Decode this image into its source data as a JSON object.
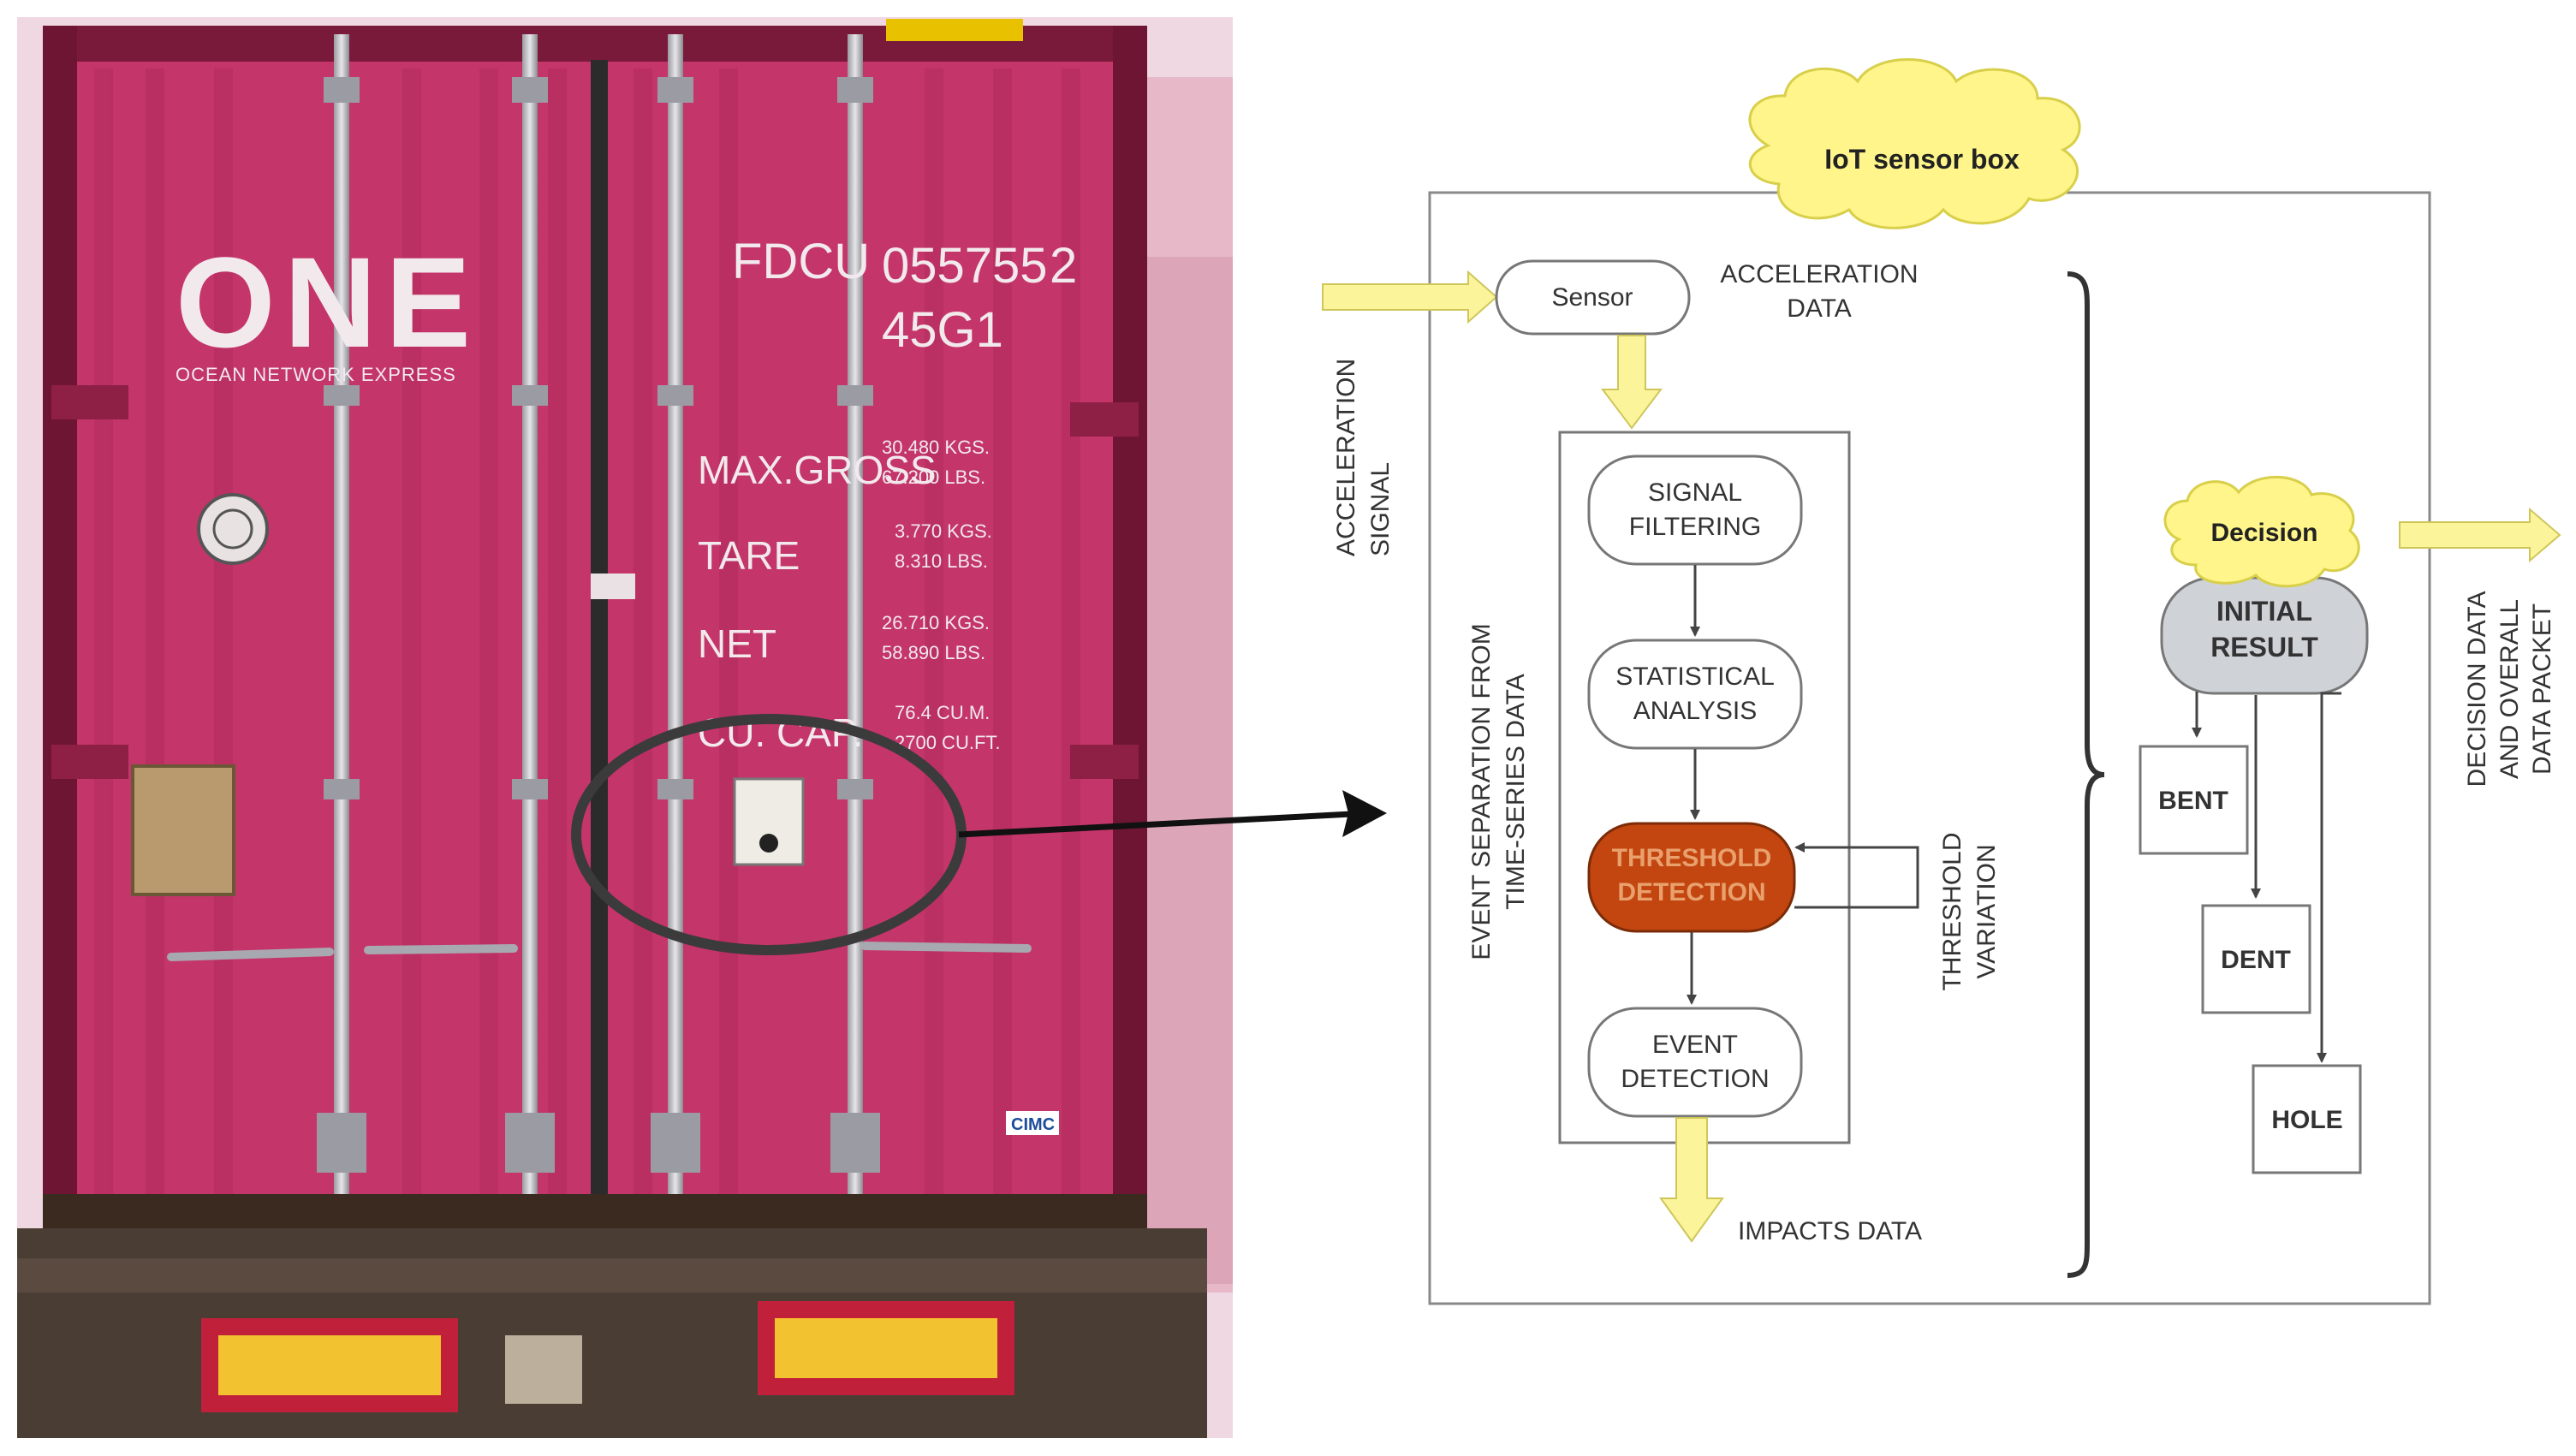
{
  "photo": {
    "logo": "ONE",
    "logo_subtitle": "OCEAN NETWORK EXPRESS",
    "container_prefix": "FDCU",
    "container_number": "055755",
    "check_digit": "2",
    "type_code": "45G1",
    "specs": [
      {
        "label": "MAX.GROSS",
        "v1": "30.480 KGS.",
        "v2": "67.200 LBS."
      },
      {
        "label": "TARE",
        "v1": "3.770 KGS.",
        "v2": "8.310 LBS."
      },
      {
        "label": "NET",
        "v1": "26.710 KGS.",
        "v2": "58.890 LBS."
      },
      {
        "label": "CU. CAP.",
        "v1": "76.4 CU.M.",
        "v2": "2700 CU.FT."
      }
    ],
    "maker_badge": "CIMC",
    "colors": {
      "container": "#c4356a",
      "container_dark": "#8e1f45",
      "plate_yellow": "#f2c230",
      "plate_red": "#c0203a"
    }
  },
  "diagram": {
    "cloud_title": "IoT sensor box",
    "input_signal": "ACCELERATION\nSIGNAL",
    "sensor": "Sensor",
    "acceleration_data": "ACCELERATION\nDATA",
    "process_group": "EVENT SEPARATION FROM\nTIME-SERIES DATA",
    "steps": {
      "filtering": "SIGNAL\nFILTERING",
      "statistical": "STATISTICAL\nANALYSIS",
      "threshold": "THRESHOLD\nDETECTION",
      "event": "EVENT\nDETECTION"
    },
    "threshold_variation": "THRESHOLD\nVARIATION",
    "impacts_data": "IMPACTS DATA",
    "decision_cloud": "Decision",
    "initial_result": "INITIAL\nRESULT",
    "outcomes": {
      "bent": "BENT",
      "dent": "DENT",
      "hole": "HOLE"
    },
    "output": "DECISION DATA\nAND OVERALL\nDATA PACKET",
    "colors": {
      "cloud": "#fff58a",
      "arrow_fill": "#fbf49a",
      "threshold": "#c3450f",
      "initial": "#cfd3d8",
      "line": "#555555"
    }
  }
}
